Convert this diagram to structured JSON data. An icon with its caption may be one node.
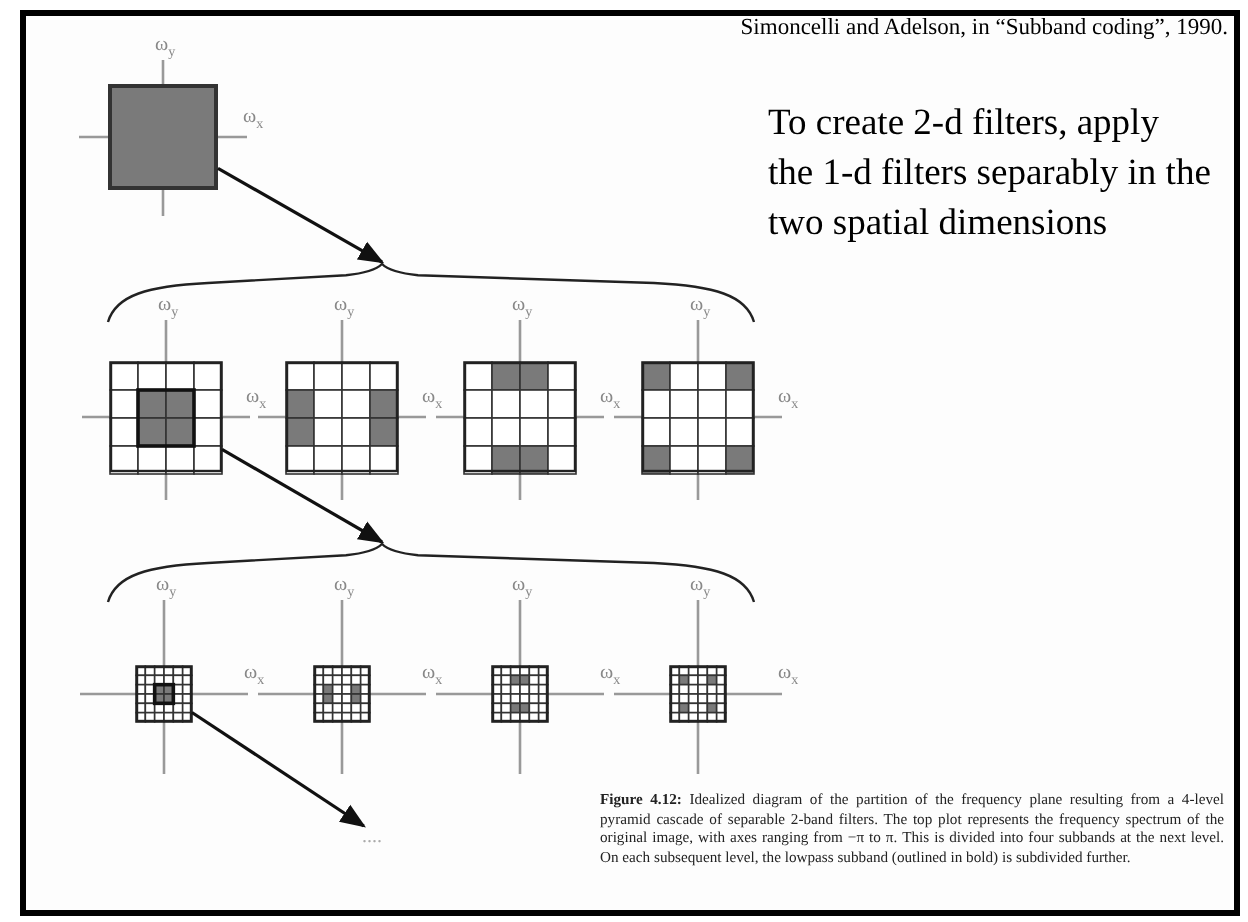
{
  "diagram": {
    "caption": "**Figure 4.12:** Idealized diagram of the partition of the frequency plane resulting from a 4-level pyramid cascade of separable 2-band filters. The top plot represents the frequency spectrum of the original image, with axes ranging from −π to π. This is divided into four subbands at the next level. On each subsequent level, the lowpass subband (outlined in bold) is subdivided further.",
    "nodes": [
      {
        "text": [],
        "shape": "box"
      },
      {
        "text": [],
        "shape": "brace"
      },
      {
        "text": [],
        "shape": "picture"
      },
      {
        "text": [],
        "shape": "picture"
      },
      {
        "text": [],
        "shape": "picture"
      },
      {
        "text": [],
        "shape": "picture"
      },
      {
        "text": [],
        "shape": "brace"
      },
      {
        "text": [],
        "shape": "picture"
      },
      {
        "text": [],
        "shape": "picture"
      },
      {
        "text": [],
        "shape": "picture"
      },
      {
        "text": [],
        "shape": "picture"
      },
      {
        "text": [
          "...."
        ]
      }
    ],
    "edges": [
      {
        "from": 0,
        "to": 1,
        "arrow": "to"
      },
      {
        "from": 2,
        "to": 6,
        "arrow": "to"
      },
      {
        "from": 7,
        "to": 11,
        "arrow": "to"
      }
    ],
    "labels": [
      "Simoncelli and Adelson, in “Subband coding”, 1990.",
      "To create 2-d filters, apply the 1-d filters separably in the two spatial dimensions",
      "ω$_{y}$",
      "ω$_{x}$",
      "ω$_{y}$",
      "ω$_{x}$",
      "ω$_{y}$",
      "ω$_{x}$",
      "ω$_{y}$",
      "ω$_{x}$",
      "ω$_{y}$",
      "ω$_{x}$",
      "ω$_{y}$",
      "ω$_{x}$",
      "ω$_{y}$",
      "ω$_{x}$",
      "ω$_{y}$",
      "ω$_{x}$",
      "ω$_{y}$",
      "ω$_{x}$"
    ]
  }
}
